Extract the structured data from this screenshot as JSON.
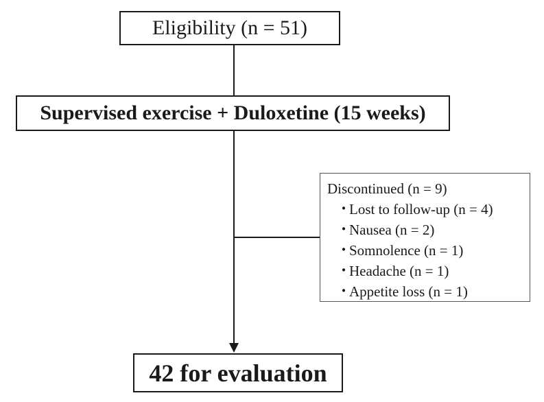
{
  "flowchart": {
    "eligibility_label": "Eligibility (n = 51)",
    "treatment_label": "Supervised exercise + Duloxetine (15 weeks)",
    "discontinued": {
      "heading": "Discontinued (n = 9)",
      "bullet": "・",
      "reasons": [
        "Lost to follow-up (n = 4)",
        "Nausea (n = 2)",
        "Somnolence (n = 1)",
        "Headache (n = 1)",
        "Appetite loss (n = 1)"
      ]
    },
    "evaluation_label": "42 for evaluation"
  }
}
